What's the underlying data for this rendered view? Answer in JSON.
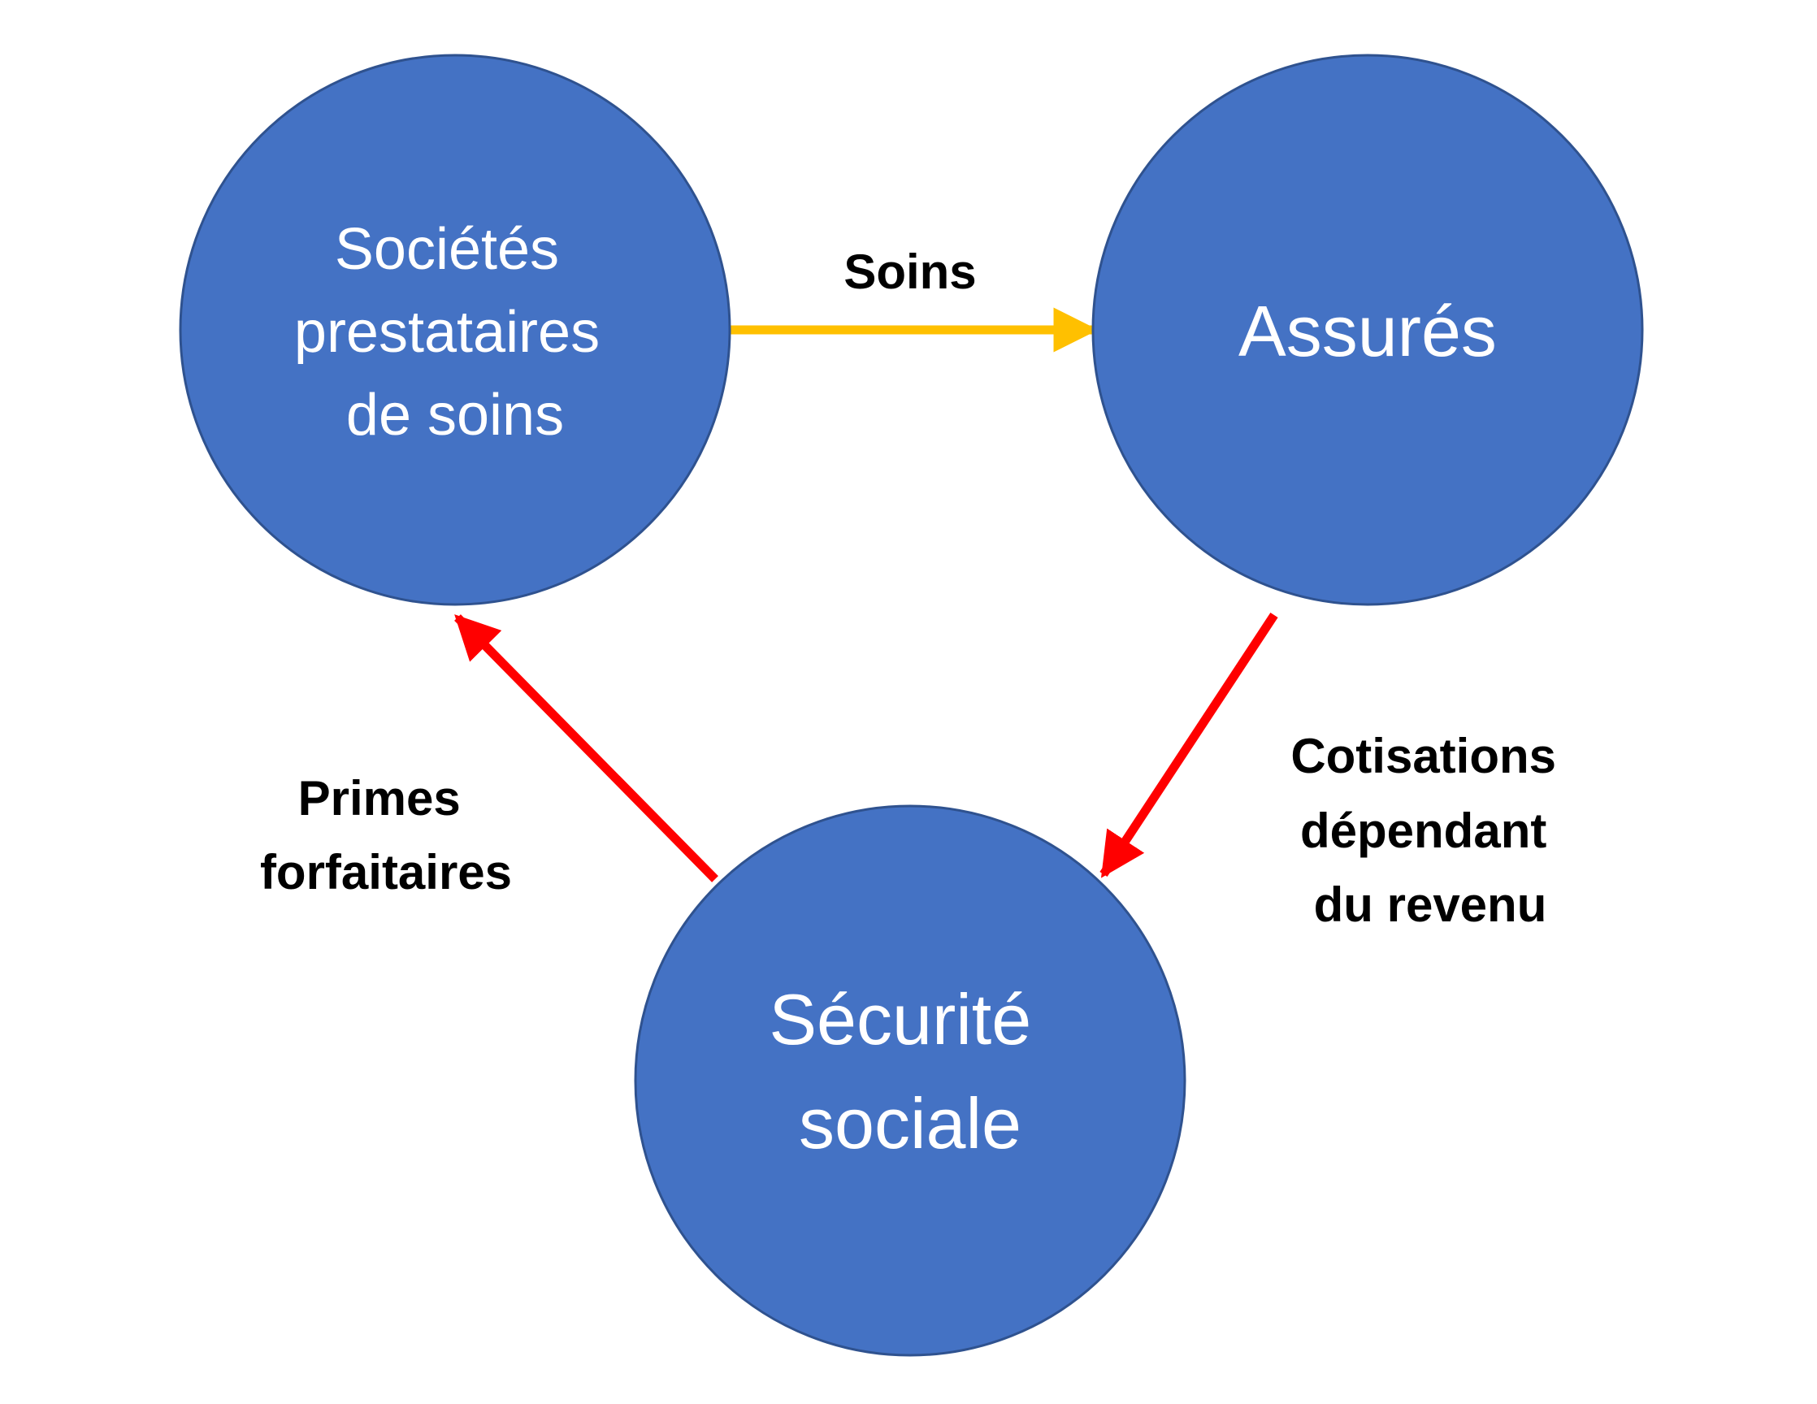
{
  "colors": {
    "node_fill": "#4472C4",
    "node_stroke": "#2F528F",
    "node_text": "#FFFFFF",
    "edge_label_text": "#000000",
    "arrow_care": "#FFC000",
    "arrow_money": "#FF0000"
  },
  "nodes": {
    "providers": {
      "lines": [
        "Sociétés",
        "prestataires",
        "de soins"
      ]
    },
    "insured": {
      "lines": [
        "Assurés"
      ]
    },
    "social_security": {
      "lines": [
        "Sécurité",
        "sociale"
      ]
    }
  },
  "edges": {
    "care": {
      "from": "providers",
      "to": "insured",
      "label_lines": [
        "Soins"
      ]
    },
    "contributions": {
      "from": "insured",
      "to": "social_security",
      "label_lines": [
        "Cotisations",
        "dépendant",
        "du revenu"
      ]
    },
    "premiums": {
      "from": "social_security",
      "to": "providers",
      "label_lines": [
        "Primes",
        "forfaitaires"
      ]
    }
  }
}
